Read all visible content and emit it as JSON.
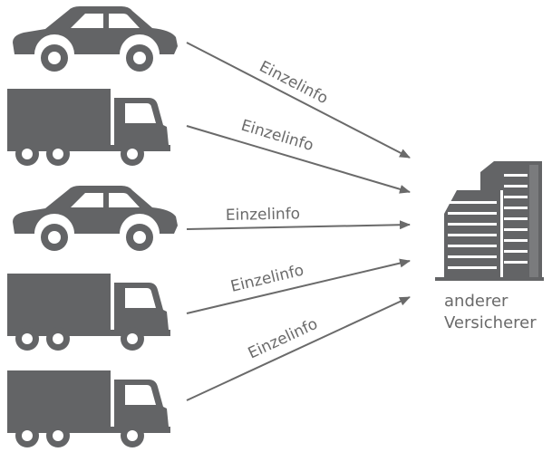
{
  "colors": {
    "icon": "#636466",
    "arrow": "#6a6a6a",
    "text": "#6a6a6a",
    "background": "#ffffff"
  },
  "vehicles": [
    {
      "id": "v1",
      "type": "car",
      "icon": "car-icon"
    },
    {
      "id": "v2",
      "type": "truck",
      "icon": "truck-icon"
    },
    {
      "id": "v3",
      "type": "car",
      "icon": "car-icon"
    },
    {
      "id": "v4",
      "type": "truck",
      "icon": "truck-icon"
    },
    {
      "id": "v5",
      "type": "truck",
      "icon": "truck-icon"
    }
  ],
  "edges": [
    {
      "from": "v1",
      "to": "insurer",
      "label": "Einzelinfo"
    },
    {
      "from": "v2",
      "to": "insurer",
      "label": "Einzelinfo"
    },
    {
      "from": "v3",
      "to": "insurer",
      "label": "Einzelinfo"
    },
    {
      "from": "v4",
      "to": "insurer",
      "label": "Einzelinfo"
    },
    {
      "from": "v5",
      "to": "insurer",
      "label": "Einzelinfo"
    }
  ],
  "insurer": {
    "icon": "office-building-icon",
    "label_line1": "anderer",
    "label_line2": "Versicherer"
  }
}
